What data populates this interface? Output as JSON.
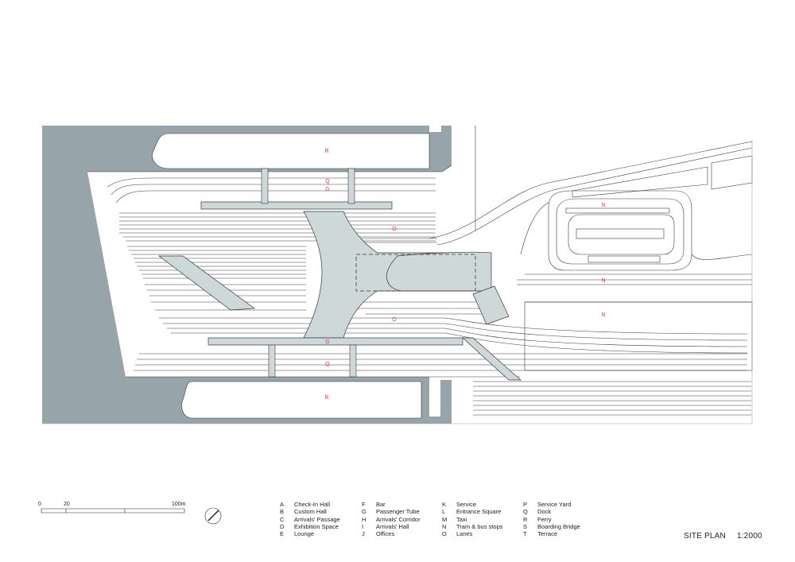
{
  "colors": {
    "water": "#97a5aa",
    "building": "#cfd8d8",
    "line": "#3a3a3a",
    "tag": "#d4358d"
  },
  "plan_tags": [
    {
      "text": "R"
    },
    {
      "text": "Q"
    },
    {
      "text": "G"
    },
    {
      "text": "O"
    },
    {
      "text": "N"
    },
    {
      "text": "N"
    },
    {
      "text": "N"
    },
    {
      "text": "O"
    },
    {
      "text": "G"
    },
    {
      "text": "Q"
    },
    {
      "text": "R"
    }
  ],
  "scale_bar": {
    "labels": [
      "0",
      "20",
      "100m"
    ]
  },
  "legend": [
    [
      {
        "k": "A",
        "v": "Check-In Hall"
      },
      {
        "k": "B",
        "v": "Custom Hall"
      },
      {
        "k": "C",
        "v": "Arrivals' Passage"
      },
      {
        "k": "D",
        "v": "Exhibition Space"
      },
      {
        "k": "E",
        "v": "Lounge"
      }
    ],
    [
      {
        "k": "F",
        "v": "Bar"
      },
      {
        "k": "G",
        "v": "Passenger Tube"
      },
      {
        "k": "H",
        "v": "Arrivals' Corridor"
      },
      {
        "k": "I",
        "v": "Arrivals' Hall"
      },
      {
        "k": "J",
        "v": "Offices"
      }
    ],
    [
      {
        "k": "K",
        "v": "Service"
      },
      {
        "k": "L",
        "v": "Entrance Square"
      },
      {
        "k": "M",
        "v": "Taxi"
      },
      {
        "k": "N",
        "v": "Tram & bus stops"
      },
      {
        "k": "O",
        "v": "Lanes"
      }
    ],
    [
      {
        "k": "P",
        "v": "Service Yard"
      },
      {
        "k": "Q",
        "v": "Dock"
      },
      {
        "k": "R",
        "v": "Ferry"
      },
      {
        "k": "S",
        "v": "Boarding Bridge"
      },
      {
        "k": "T",
        "v": "Terrace"
      }
    ]
  ],
  "title": {
    "name": "SITE PLAN",
    "scale": "1:2000"
  }
}
